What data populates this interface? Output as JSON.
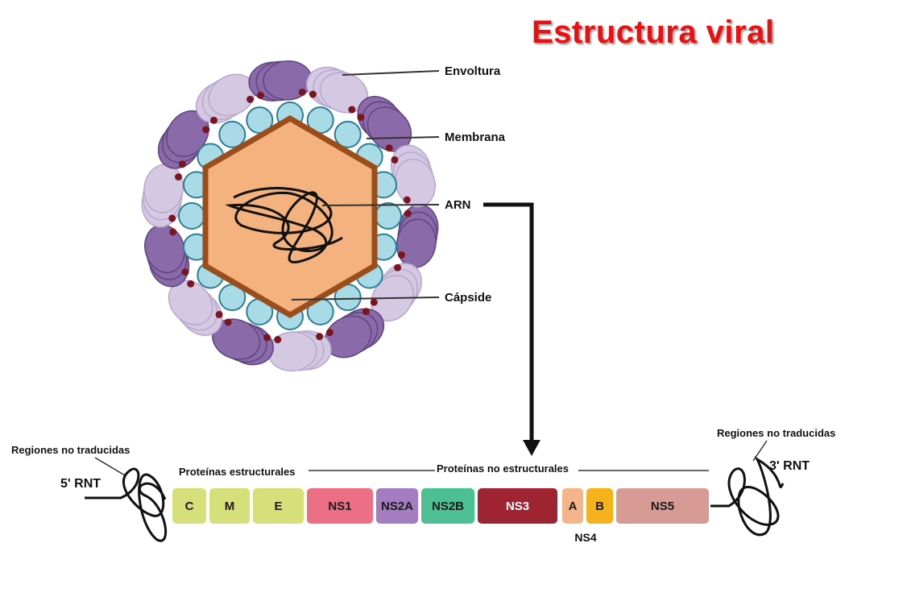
{
  "title": "Estructura viral",
  "virion_labels": {
    "envoltura": "Envoltura",
    "membrana": "Membrana",
    "arn": "ARN",
    "capside": "Cápside"
  },
  "genome": {
    "utr_left_caption": "Regiones no traducidas",
    "utr_right_caption": "Regiones no traducidas",
    "five_prime": "5' RNT",
    "three_prime": "3' RNT",
    "structural_caption": "Proteínas estructurales",
    "nonstructural_caption": "Proteínas no estructurales",
    "ns4_label": "NS4",
    "segments": [
      {
        "label": "C",
        "color": "#d6e07a"
      },
      {
        "label": "M",
        "color": "#d6e07a"
      },
      {
        "label": "E",
        "color": "#d6e07a"
      },
      {
        "label": "NS1",
        "color": "#ec6f86"
      },
      {
        "label": "NS2A",
        "color": "#a47dc0"
      },
      {
        "label": "NS2B",
        "color": "#4dbf94"
      },
      {
        "label": "NS3",
        "color": "#9e2432"
      },
      {
        "label": "A",
        "color": "#f6b48a"
      },
      {
        "label": "B",
        "color": "#f5b21b"
      },
      {
        "label": "NS5",
        "color": "#d89a94"
      }
    ]
  },
  "colors": {
    "title": "#e81010",
    "envelope_dark": "#8a6aa8",
    "envelope_light": "#d5c8e3",
    "membrane": "#a8dbe6",
    "capsid_fill": "#f4b27e",
    "capsid_stroke": "#9b4e1b"
  }
}
